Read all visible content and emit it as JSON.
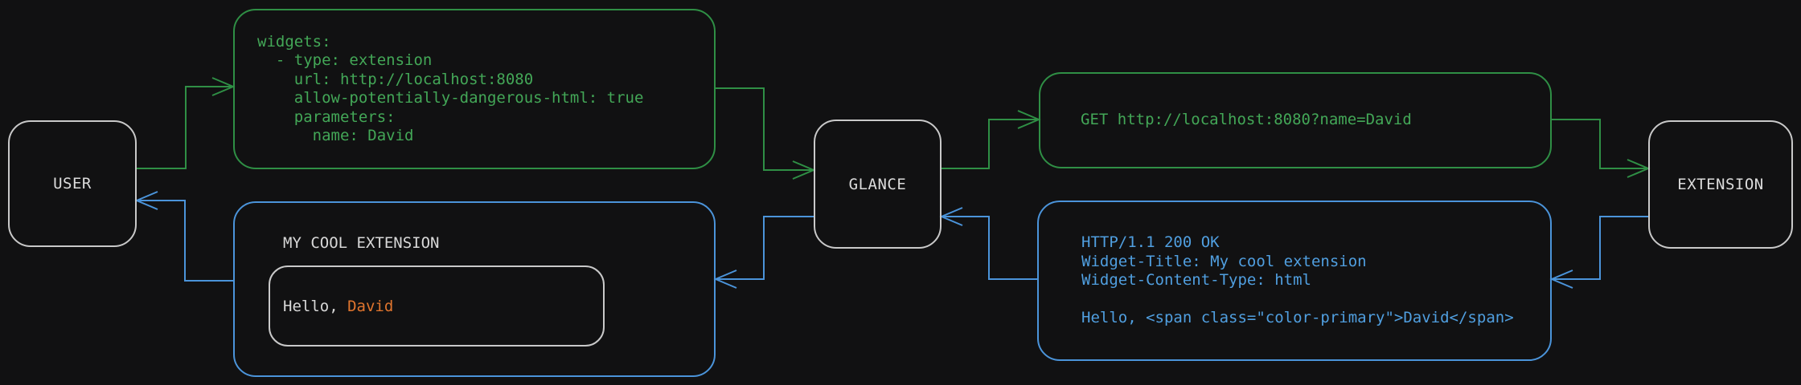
{
  "diagram": {
    "nodes": {
      "user": {
        "label": "USER"
      },
      "glance": {
        "label": "GLANCE"
      },
      "extension": {
        "label": "EXTENSION"
      }
    },
    "config_box": {
      "code": "widgets:\n  - type: extension\n    url: http://localhost:8080\n    allow-potentially-dangerous-html: true\n    parameters:\n      name: David"
    },
    "request_box": {
      "code": "GET http://localhost:8080?name=David"
    },
    "response_box": {
      "code": "HTTP/1.1 200 OK\nWidget-Title: My cool extension\nWidget-Content-Type: html\n\nHello, <span class=\"color-primary\">David</span>"
    },
    "widget_box": {
      "title": "MY COOL EXTENSION",
      "hello_prefix": "Hello, ",
      "name": "David"
    },
    "colors": {
      "background": "#111112",
      "request_green": "#2f8f45",
      "request_text_green": "#43a757",
      "response_blue": "#4b94da",
      "response_text_blue": "#509fe0",
      "node_border": "#c9c9c9",
      "node_text": "#dcdcdc",
      "accent_orange": "#e0752e"
    }
  }
}
